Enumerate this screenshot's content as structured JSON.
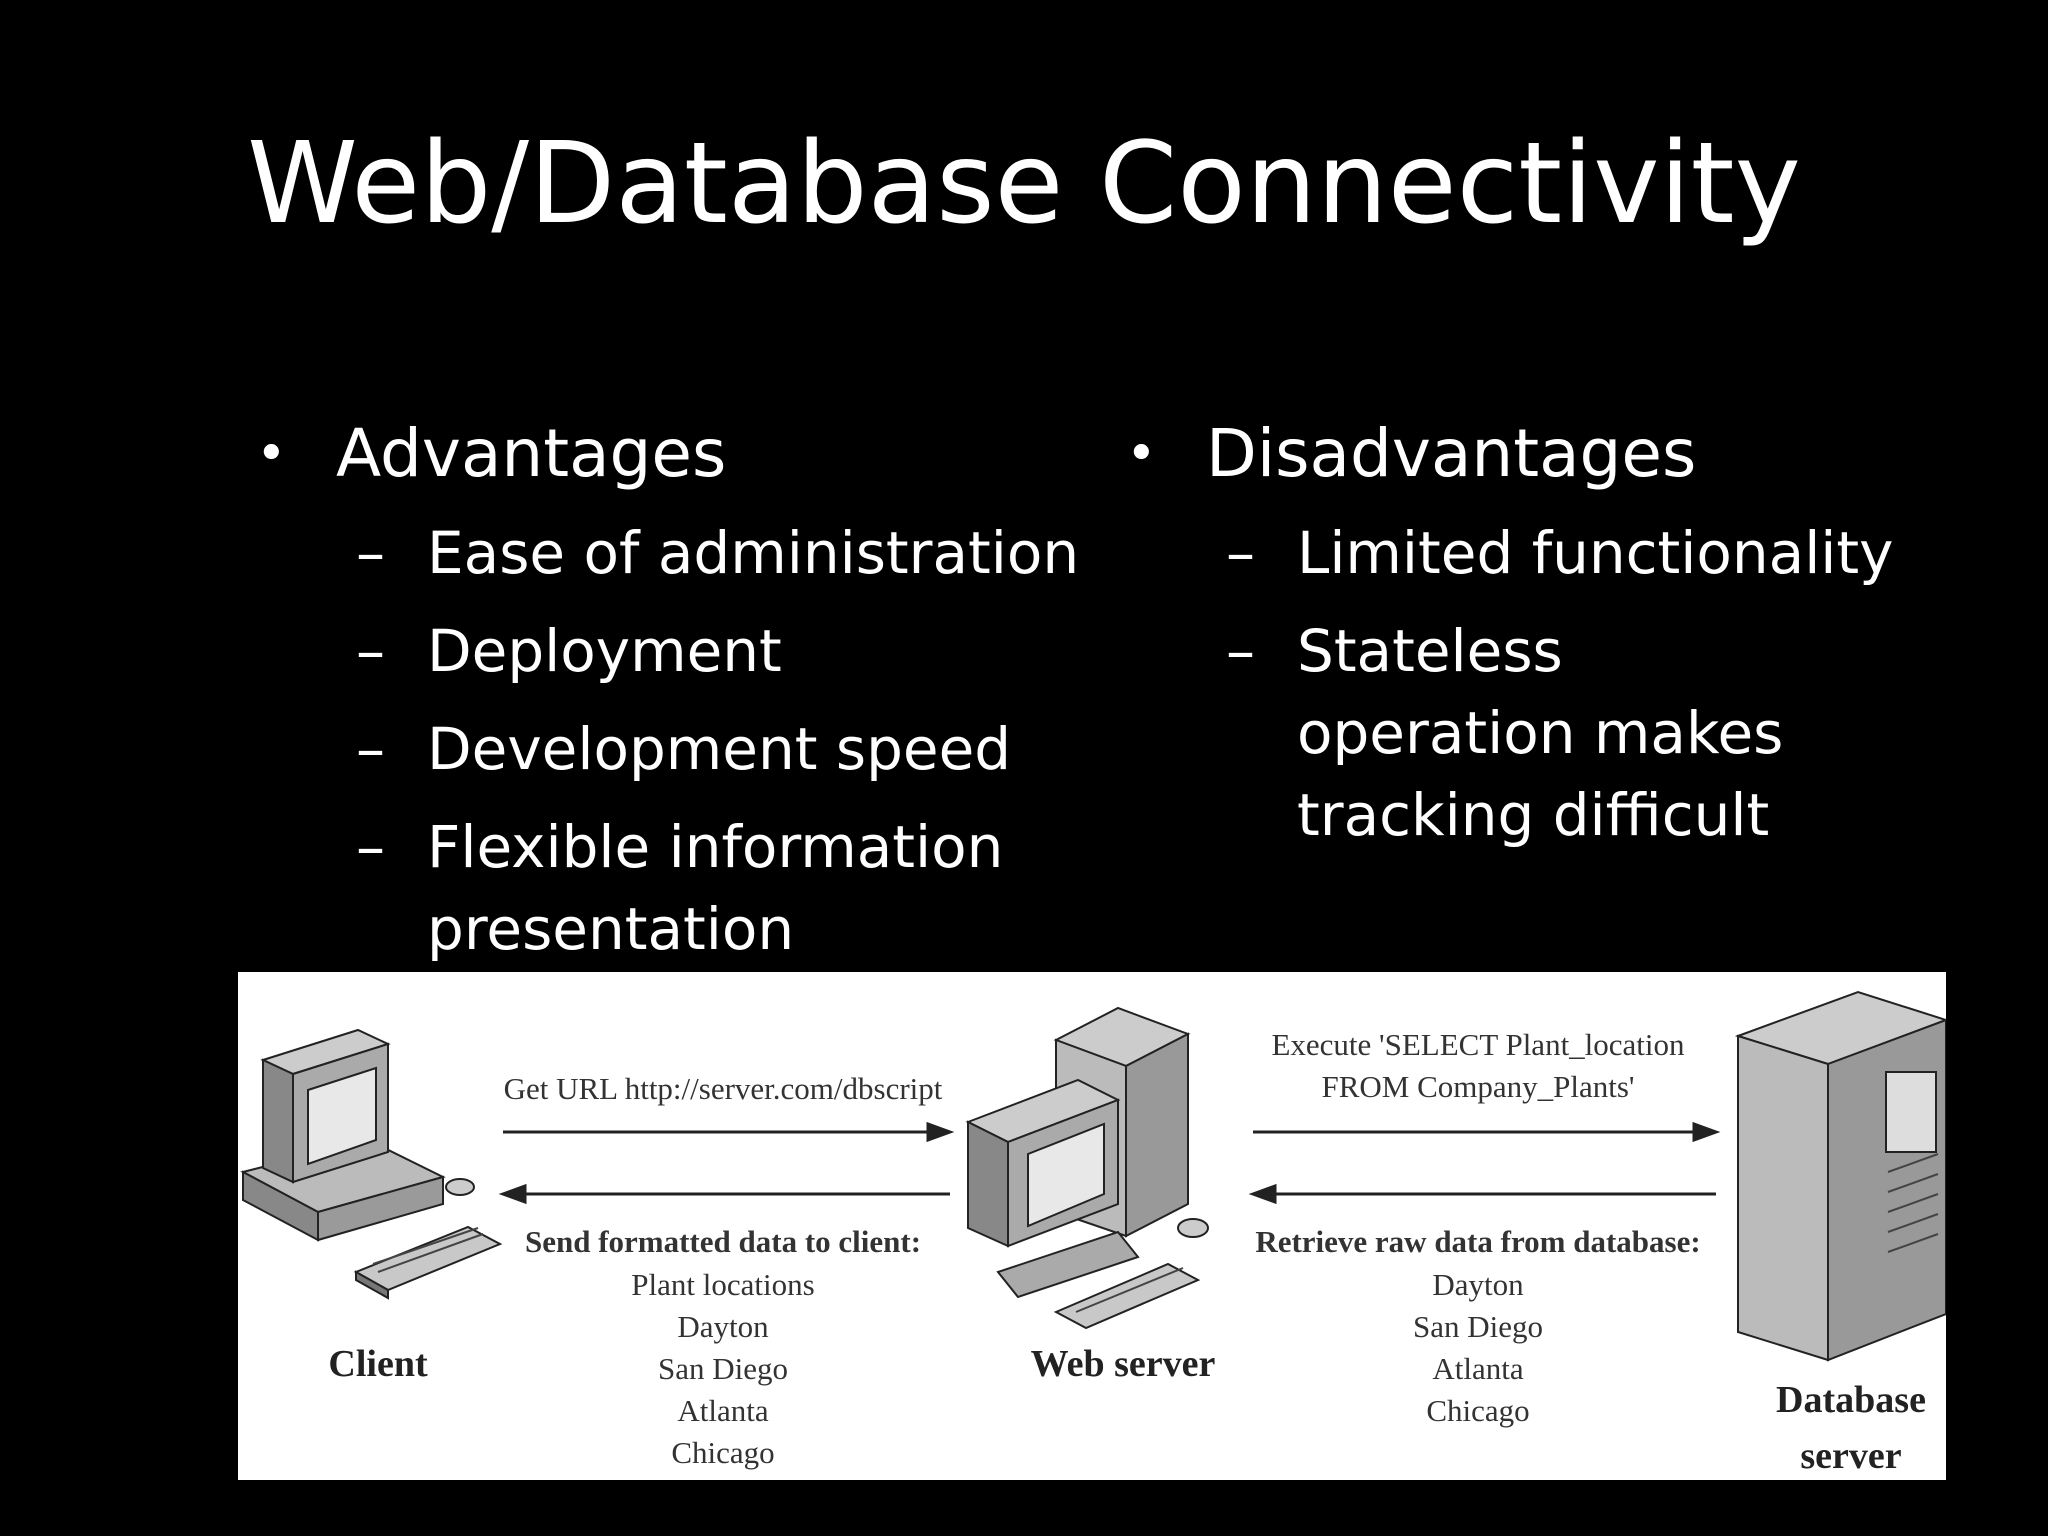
{
  "slide": {
    "title": "Web/Database Connectivity"
  },
  "advantages": {
    "heading": "Advantages",
    "items": [
      "Ease of administration",
      "Deployment",
      "Development speed",
      "Flexible information presentation"
    ]
  },
  "disadvantages": {
    "heading": "Disadvantages",
    "items": [
      "Limited functionality",
      "Stateless operation makes tracking difficult"
    ]
  },
  "diagram": {
    "client_label": "Client",
    "web_server_label": "Web server",
    "db_server_label": "Database server",
    "request_text": "Get URL http://server.com/dbscript",
    "query_text_line1": "Execute 'SELECT Plant_location",
    "query_text_line2": "FROM Company_Plants'",
    "send_heading": "Send formatted data to client:",
    "send_lines": [
      "Plant locations",
      "Dayton",
      "San Diego",
      "Atlanta",
      "Chicago"
    ],
    "retrieve_heading": "Retrieve raw data from database:",
    "retrieve_lines": [
      "Dayton",
      "San Diego",
      "Atlanta",
      "Chicago"
    ]
  }
}
